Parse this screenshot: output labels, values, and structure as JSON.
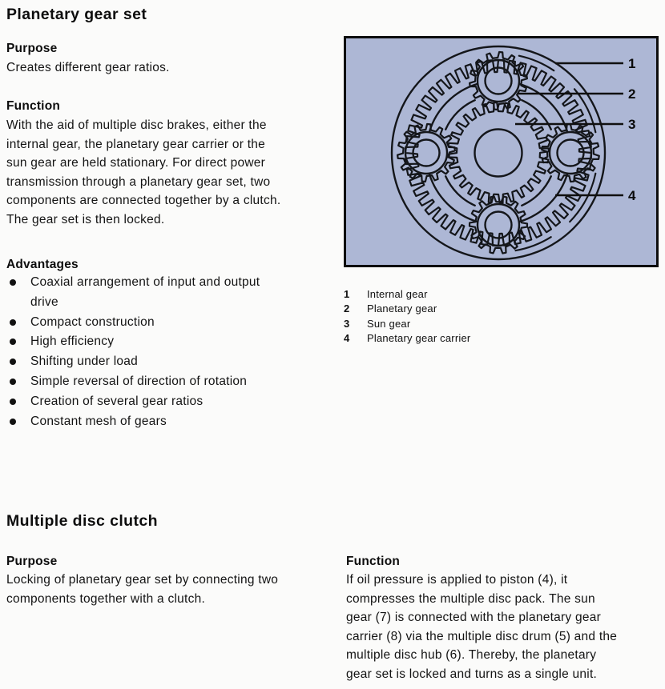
{
  "page": {
    "background": "#fbfbfa",
    "text_color": "#121212"
  },
  "planetary_gear_set": {
    "title": "Planetary gear set",
    "purpose": {
      "heading": "Purpose",
      "body": "Creates different gear ratios."
    },
    "function": {
      "heading": "Function",
      "body": [
        "With the aid of multiple disc brakes, either the",
        "internal gear, the planetary gear carrier or the",
        "sun gear are held stationary. For direct power",
        "transmission through a planetary gear set, two",
        "components are connected together by a clutch.",
        "The gear set is then locked."
      ]
    },
    "advantages": {
      "heading": "Advantages",
      "items": [
        [
          "Coaxial arrangement of input and output",
          "drive"
        ],
        "Compact construction",
        "High efficiency",
        "Shifting under load",
        "Simple reversal of direction of rotation",
        "Creation of several gear ratios",
        "Constant mesh of gears"
      ]
    },
    "figure": {
      "background": "#adb7d5",
      "line_color": "#14161a",
      "callouts": [
        {
          "number": "1",
          "label": "Internal gear"
        },
        {
          "number": "2",
          "label": "Planetary gear"
        },
        {
          "number": "3",
          "label": "Sun gear"
        },
        {
          "number": "4",
          "label": "Planetary gear carrier"
        }
      ]
    }
  },
  "multiple_disc_clutch": {
    "title": "Multiple disc clutch",
    "purpose": {
      "heading": "Purpose",
      "body": [
        "Locking of planetary gear set by connecting two",
        "components together with a clutch."
      ]
    },
    "function": {
      "heading": "Function",
      "body": [
        "If oil pressure is applied to piston (4), it",
        "compresses the multiple disc pack. The sun",
        "gear (7) is connected with the planetary gear",
        "carrier (8) via the multiple disc drum (5) and the",
        "multiple disc hub (6). Thereby, the planetary",
        "gear set is locked and turns as a single unit."
      ]
    }
  }
}
